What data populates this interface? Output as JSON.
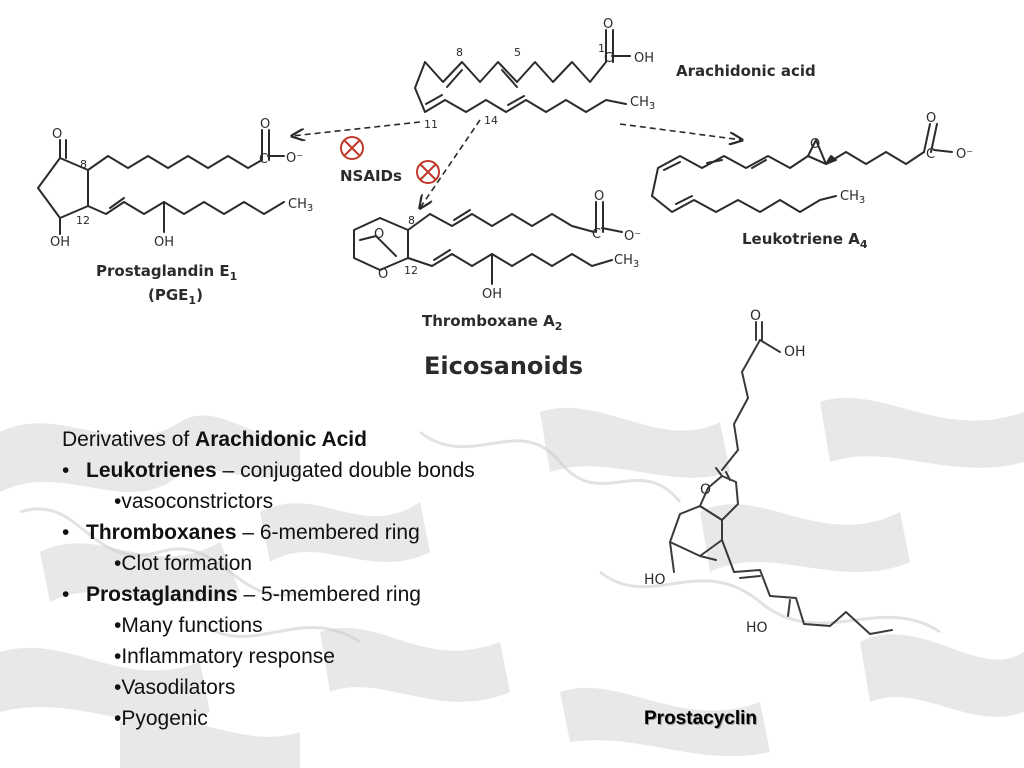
{
  "slide": {
    "title": "Eicosanoids",
    "molecules": {
      "arachidonic_acid": "Arachidonic acid",
      "prostaglandin_e1": "Prostaglandin E",
      "prostaglandin_e1_sub": "1",
      "pge1": "(PGE",
      "pge1_sub": "1",
      "pge1_close": ")",
      "thromboxane_a2": "Thromboxane A",
      "thromboxane_a2_sub": "2",
      "leukotriene_a4": "Leukotriene  A",
      "leukotriene_a4_sub": "4",
      "nsaids": "NSAIDs",
      "prostacyclin": "Prostacyclin"
    },
    "atoms": {
      "O": "O",
      "OH": "OH",
      "HO": "HO",
      "CH3": "CH",
      "CH3_sub": "3",
      "C": "C",
      "O_minus": "O⁻",
      "C_OH": "C—OH",
      "C_Ominus": "C—O⁻"
    },
    "carbon_numbers": {
      "c1": "1",
      "c5": "5",
      "c8": "8",
      "c11": "11",
      "c12": "12",
      "c14": "14"
    },
    "bullets": {
      "intro_prefix": "Derivatives of ",
      "intro_bold": "Arachidonic Acid",
      "bullet_char": "•",
      "leukotrienes": "Leukotrienes",
      "leukotrienes_desc": " – conjugated double bonds",
      "leukotrienes_sub1": "•vasoconstrictors",
      "thromboxanes": "Thromboxanes",
      "thromboxanes_desc": " – 6-membered ring",
      "thromboxanes_sub1": "•Clot formation",
      "prostaglandins": "Prostaglandins",
      "prostaglandins_desc": " – 5-membered ring",
      "prostaglandins_sub1": "•Many functions",
      "prostaglandins_sub2": "•Inflammatory response",
      "prostaglandins_sub3": "•Vasodilators",
      "prostaglandins_sub4": "•Pyogenic"
    },
    "colors": {
      "inhibit_red": "#c0392b",
      "ink": "#2b2b2b",
      "bg_pattern": "#d8d8d8"
    }
  }
}
